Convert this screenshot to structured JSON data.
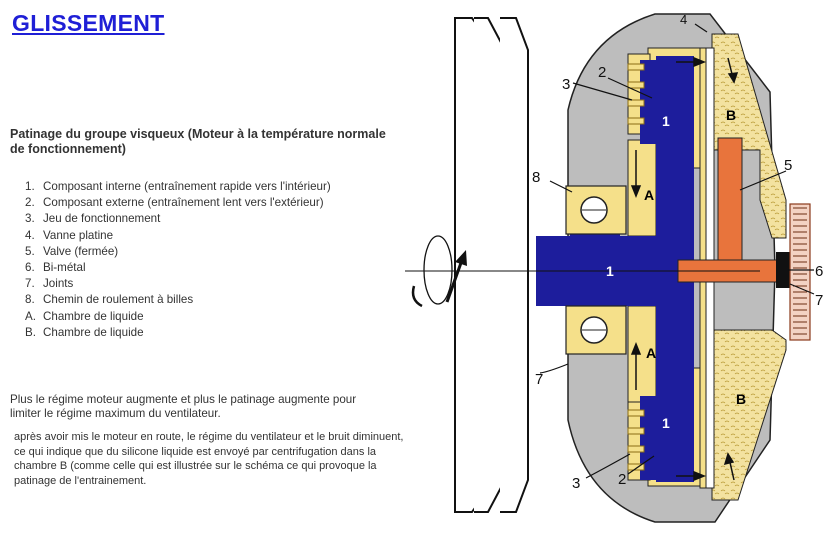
{
  "title": "GLISSEMENT",
  "heading": "Patinage du groupe visqueux (Moteur à la température normale de fonctionnement)",
  "legend": [
    {
      "marker": "1.",
      "text": "Composant interne (entraînement rapide vers l'intérieur)"
    },
    {
      "marker": "2.",
      "text": "Composant externe (entraînement lent vers l'extérieur)"
    },
    {
      "marker": "3.",
      "text": "Jeu de fonctionnement"
    },
    {
      "marker": "4.",
      "text": "Vanne platine"
    },
    {
      "marker": "5.",
      "text": "Valve (fermée)"
    },
    {
      "marker": "6.",
      "text": "Bi-métal"
    },
    {
      "marker": "7.",
      "text": "Joints"
    },
    {
      "marker": "8.",
      "text": "Chemin de roulement à billes"
    },
    {
      "marker": "A.",
      "text": "Chambre de liquide"
    },
    {
      "marker": "B.",
      "text": "Chambre de liquide"
    }
  ],
  "paragraph1": "Plus le régime moteur augmente et plus le patinage augmente pour limiter le régime maximum du ventilateur.",
  "paragraph2": "après avoir mis le moteur en route, le régime du ventilateur et le bruit diminuent, ce qui indique que du silicone liquide est envoyé par centrifugation dans la chambre B (comme celle  qui est illustrée sur le schéma  ce qui provoque  la patinage  de l'entrainement.",
  "diagram": {
    "callouts": {
      "n1_top": "1",
      "n1_shaft": "1",
      "n1_bottom": "1",
      "n2_top": "2",
      "n2_bottom": "2",
      "n3_top": "3",
      "n3_bottom": "3",
      "n4": "4",
      "n5": "5",
      "n6": "6",
      "n7_bottom": "7",
      "n7_right": "7",
      "n8": "8",
      "A_top": "A",
      "A_bottom": "A",
      "B_top": "B",
      "B_bottom": "B"
    },
    "colors": {
      "housing": "#bdbdbd",
      "inner_rotor": "#1d1d9c",
      "outer_component": "#f5e08a",
      "valve": "#e8743c",
      "bimetal": "#f3d2c3",
      "fluid": "#f3e2a0"
    }
  }
}
